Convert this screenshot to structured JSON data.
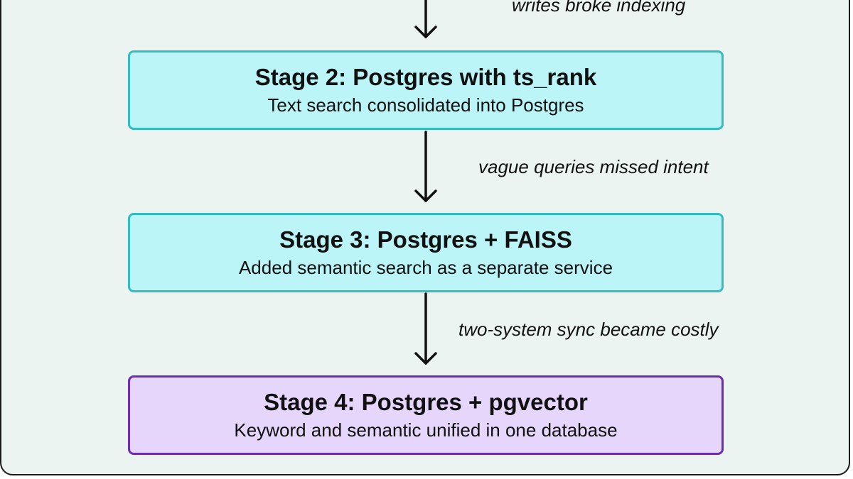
{
  "diagram": {
    "transitions": [
      {
        "label": "writes broke indexing"
      },
      {
        "label": "vague queries missed intent"
      },
      {
        "label": "two-system sync became costly"
      }
    ],
    "stages": [
      {
        "title": "Stage 2: Postgres with ts_rank",
        "description": "Text search consolidated into Postgres",
        "fill": "#bbf5f8",
        "border": "#35bcc2"
      },
      {
        "title": "Stage 3: Postgres + FAISS",
        "description": "Added semantic search as a separate service",
        "fill": "#bbf5f8",
        "border": "#35bcc2"
      },
      {
        "title": "Stage 4: Postgres + pgvector",
        "description": "Keyword and semantic unified in one database",
        "fill": "#e6d6fb",
        "border": "#6a2fb0"
      }
    ]
  }
}
